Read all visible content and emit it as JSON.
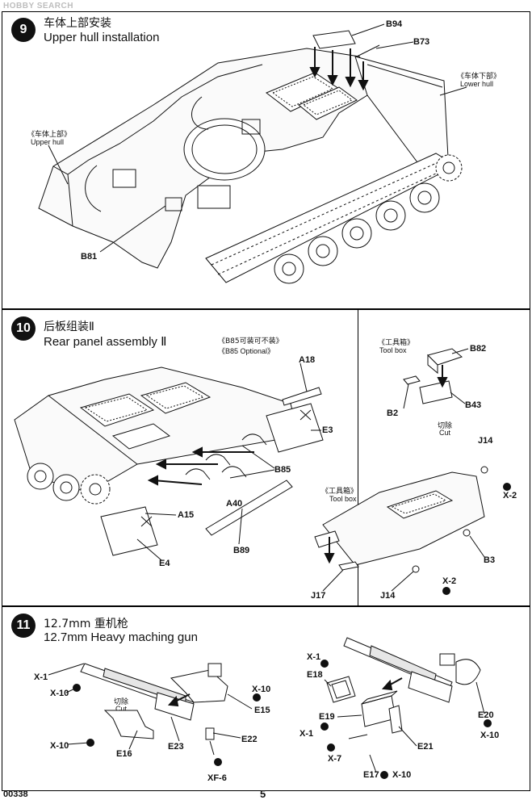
{
  "watermark": "HOBBY SEARCH",
  "page": {
    "code": "00338",
    "number": "5"
  },
  "steps": [
    {
      "number": "9",
      "title_cn": "车体上部安装",
      "title_en": "Upper hull installation",
      "notes": [
        {
          "cn": "《车体上部》",
          "en": "Upper hull"
        },
        {
          "cn": "《车体下部》",
          "en": "Lower hull"
        }
      ],
      "parts": [
        "B94",
        "B73",
        "B81"
      ]
    },
    {
      "number": "10",
      "title_cn": "后板组装Ⅱ",
      "title_en": "Rear panel assembly Ⅱ",
      "optional_note_cn": "《B85可装可不装》",
      "optional_note_en": "《B85 Optional》",
      "parts": [
        "A18",
        "E3",
        "B85",
        "A15",
        "A40",
        "E4",
        "B89"
      ],
      "subpanel": {
        "toolbox_top_cn": "《工具箱》",
        "toolbox_top_en": "Tool box",
        "toolbox_mid_cn": "《工具箱》",
        "toolbox_mid_en": "Tool box",
        "cut_cn": "切除",
        "cut_en": "Cut",
        "parts": [
          "B82",
          "B2",
          "B43",
          "J14",
          "X-2",
          "B3",
          "J17",
          "J14",
          "X-2"
        ]
      }
    },
    {
      "number": "11",
      "title_cn": "12.7mm 重机枪",
      "title_en": "12.7mm Heavy maching gun",
      "cut_cn": "切除",
      "cut_en": "Cut",
      "parts_left": [
        "X-1",
        "X-10",
        "E15",
        "X-10",
        "E16",
        "E23",
        "E22",
        "X-10",
        "XF-6"
      ],
      "parts_right": [
        "X-1",
        "E18",
        "E19",
        "X-1",
        "E21",
        "X-7",
        "E17",
        "X-10",
        "E20",
        "X-10"
      ]
    }
  ]
}
